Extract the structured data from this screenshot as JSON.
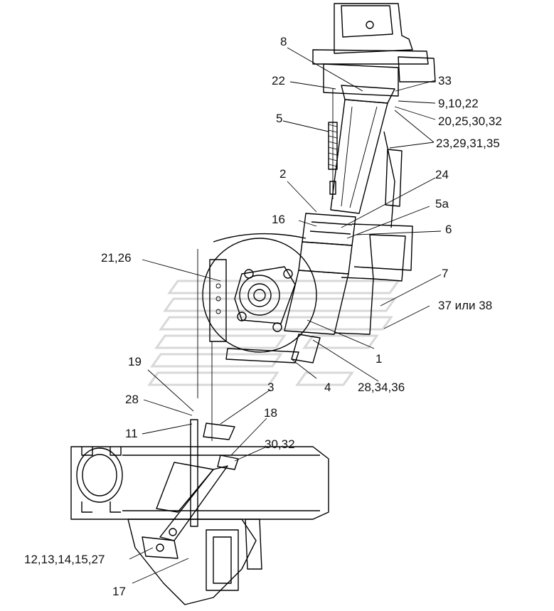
{
  "diagram": {
    "labels": {
      "l8": "8",
      "l22": "22",
      "l33": "33",
      "l9_10_22": "9,10,22",
      "l20_25_30_32": "20,25,30,32",
      "l5": "5",
      "l23_29_31_35": "23,29,31,35",
      "l2": "2",
      "l24": "24",
      "l5a": "5а",
      "l16": "16",
      "l6": "6",
      "l21_26": "21,26",
      "l7": "7",
      "l37_38": "37 или 38",
      "l1": "1",
      "l19": "19",
      "l3": "3",
      "l4": "4",
      "l28_34_36": "28,34,36",
      "l28": "28",
      "l18": "18",
      "l11": "11",
      "l30_32": "30,32",
      "l12_13_14_15_27": "12,13,14,15,27",
      "l17": "17"
    }
  }
}
